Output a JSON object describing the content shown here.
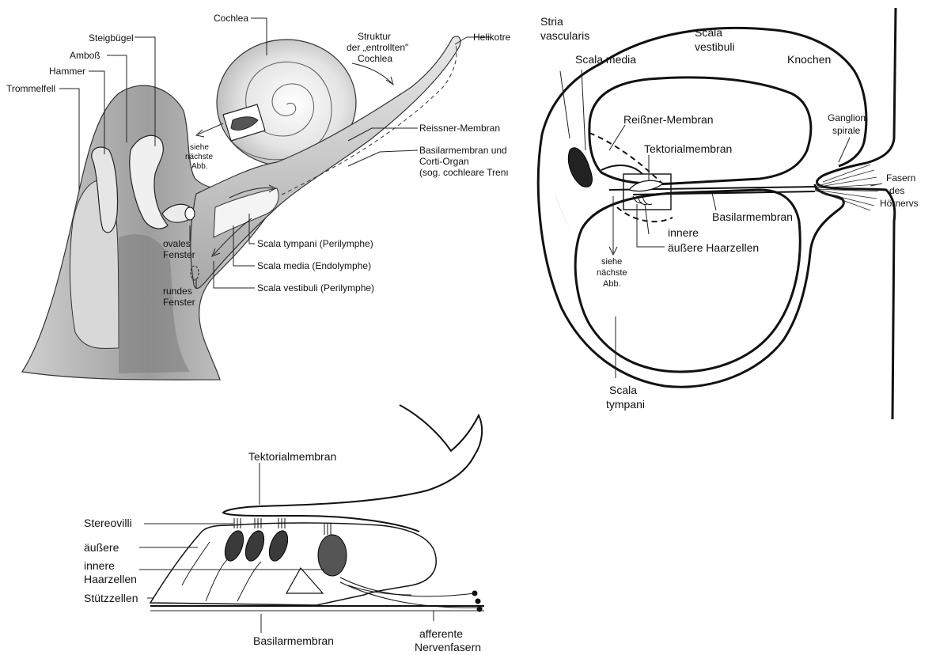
{
  "ear_overview": {
    "cochlea": "Cochlea",
    "steigbuegel": "Steigbügel",
    "amboss": "Amboß",
    "hammer": "Hammer",
    "trommelfell": "Trommelfell",
    "struktur_1": "Struktur",
    "struktur_2": "der „entrollten\"",
    "struktur_3": "Cochlea",
    "helikotrema": "Helikotre",
    "siehe_1": "siehe",
    "siehe_2": "nächste",
    "siehe_3": "Abb.",
    "reissner": "Reissner-Membran",
    "basilar_1": "Basilarmembran und",
    "basilar_2": "Corti-Organ",
    "basilar_3": "(sog. cochleare Trenı",
    "ovales_1": "ovales",
    "ovales_2": "Fenster",
    "rundes_1": "rundes",
    "rundes_2": "Fenster",
    "scala_tympani": "Scala tympani (Perilymphe)",
    "scala_media": "Scala media (Endolymphe)",
    "scala_vestibuli": "Scala vestibuli (Perilymphe)"
  },
  "cross_section": {
    "stria_1": "Stria",
    "stria_2": "vascularis",
    "scala_media": "Scala media",
    "scala_vestibuli_1": "Scala",
    "scala_vestibuli_2": "vestibuli",
    "knochen": "Knochen",
    "reissner": "Reißner-Membran",
    "ganglion_1": "Ganglion",
    "ganglion_2": "spirale",
    "tektorial": "Tektorialmembran",
    "fasern_1": "Fasern",
    "fasern_2": "des",
    "fasern_3": "Hörnervs",
    "basilar": "Basilarmembran",
    "innere": "innere",
    "aeussere_haar": "äußere Haarzellen",
    "siehe_1": "siehe",
    "siehe_2": "nächste",
    "siehe_3": "Abb.",
    "scala_tympani_1": "Scala",
    "scala_tympani_2": "tympani"
  },
  "corti_organ": {
    "tektorial": "Tektorialmembran",
    "stereovilli": "Stereovilli",
    "aeussere": "äußere",
    "innere_1": "innere",
    "innere_2": "Haarzellen",
    "stuetz": "Stützzellen",
    "basilar": "Basilarmembran",
    "afferent_1": "afferente",
    "afferent_2": "Nervenfasern"
  },
  "colors": {
    "ink": "#111111",
    "shade": "#9a9a9a",
    "light_shade": "#d9d9d9"
  }
}
